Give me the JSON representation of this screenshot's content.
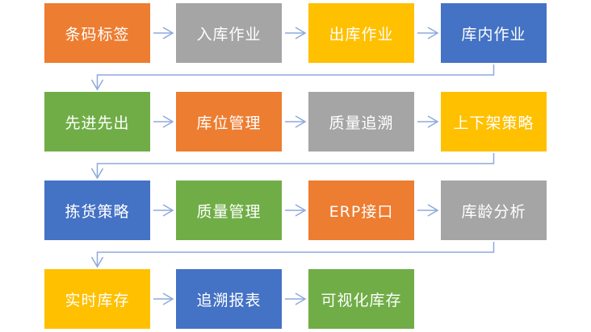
{
  "colors": {
    "orange": "#ED7D31",
    "gray": "#A5A5A5",
    "gold": "#FFC000",
    "blue": "#4472C4",
    "green": "#70AD47",
    "connector": "#8EA9DB"
  },
  "flow": {
    "rows": [
      [
        {
          "label": "条码标签",
          "color": "orange"
        },
        {
          "label": "入库作业",
          "color": "gray"
        },
        {
          "label": "出库作业",
          "color": "gold"
        },
        {
          "label": "库内作业",
          "color": "blue"
        }
      ],
      [
        {
          "label": "先进先出",
          "color": "green"
        },
        {
          "label": "库位管理",
          "color": "orange"
        },
        {
          "label": "质量追溯",
          "color": "gray"
        },
        {
          "label": "上下架策略",
          "color": "gold"
        }
      ],
      [
        {
          "label": "拣货策略",
          "color": "blue"
        },
        {
          "label": "质量管理",
          "color": "green"
        },
        {
          "label": "ERP接口",
          "color": "orange"
        },
        {
          "label": "库龄分析",
          "color": "gray"
        }
      ],
      [
        {
          "label": "实时库存",
          "color": "gold"
        },
        {
          "label": "追溯报表",
          "color": "blue"
        },
        {
          "label": "可视化库存",
          "color": "green"
        }
      ]
    ]
  }
}
